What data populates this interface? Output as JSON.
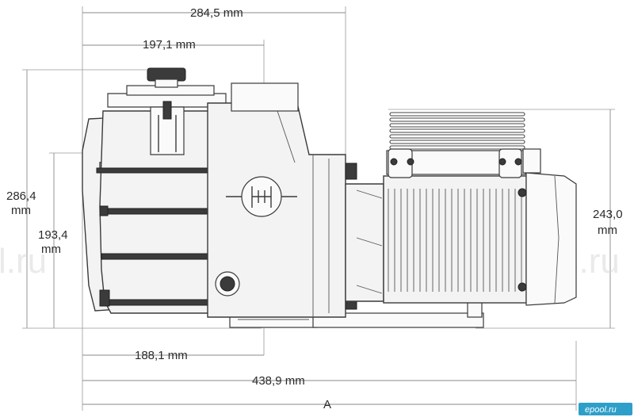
{
  "dimensions": {
    "top_width": "284,5 mm",
    "inner_top_width": "197,1 mm",
    "height_total": "286,4",
    "height_total_unit": "mm",
    "height_inlet": "193,4",
    "height_inlet_unit": "mm",
    "height_motor": "243,0",
    "height_motor_unit": "mm",
    "base_width": "188,1 mm",
    "total_length": "438,9 mm",
    "overall_label": "A"
  },
  "watermark": {
    "text": "ePool.ru",
    "partial": "l.ru"
  },
  "logo": {
    "text": "epool.ru",
    "color": "#2e9fc9"
  }
}
